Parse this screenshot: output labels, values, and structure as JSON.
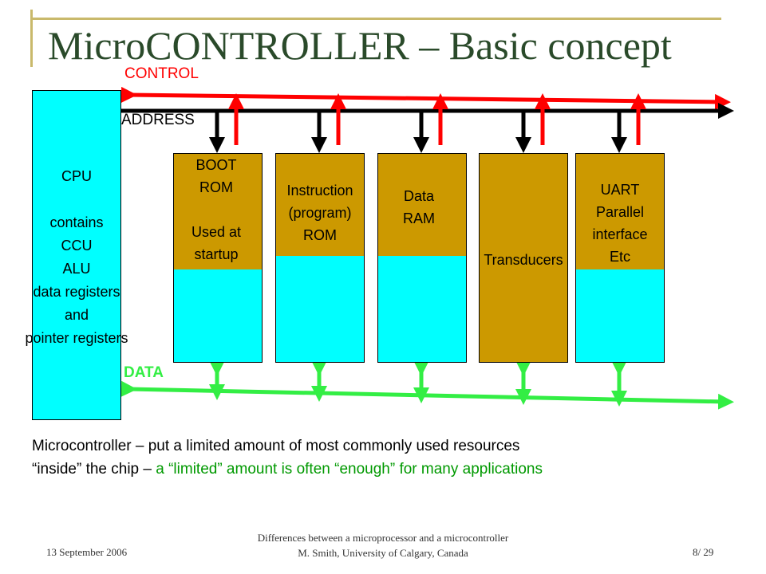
{
  "slide": {
    "title": "MicroCONTROLLER – Basic concept",
    "colors": {
      "accent": "#c9b96b",
      "cpu": "#00ffff",
      "module_top": "#cc9900",
      "control_bus": "#ff0000",
      "address_bus": "#000000",
      "data_bus": "#33ee44",
      "caption_highlight": "#009900"
    }
  },
  "buses": {
    "control": "CONTROL",
    "address": "ADDRESS",
    "data": "DATA"
  },
  "cpu": {
    "text": "CPU\n\ncontains\nCCU\nALU\ndata registers\nand\npointer registers"
  },
  "modules": [
    {
      "label": "BOOT\nROM\n\nUsed at\nstartup"
    },
    {
      "label": "Instruction\n(program)\nROM"
    },
    {
      "label": "Data\nRAM"
    },
    {
      "label": "Transducers"
    },
    {
      "label": "UART\nParallel\ninterface\nEtc"
    }
  ],
  "caption": {
    "line1": "Microcontroller – put a limited amount of most commonly used resources",
    "line2_black": "“inside” the chip – ",
    "line2_green": "a “limited” amount is often “enough” for many applications"
  },
  "footer": {
    "date": "13 September 2006",
    "center_line1": "Differences between a microprocessor and a microcontroller",
    "center_line2": "M. Smith, University of Calgary, Canada",
    "page": "8/ 29"
  }
}
